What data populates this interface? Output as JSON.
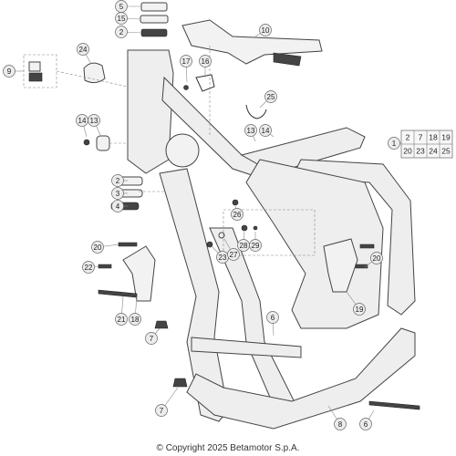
{
  "callouts": [
    {
      "label": "5"
    },
    {
      "label": "15"
    },
    {
      "label": "2"
    },
    {
      "label": "10"
    },
    {
      "label": "24"
    },
    {
      "label": "9"
    },
    {
      "label": "17"
    },
    {
      "label": "16"
    },
    {
      "label": "25"
    },
    {
      "label": "14"
    },
    {
      "label": "13"
    },
    {
      "label": "13"
    },
    {
      "label": "14"
    },
    {
      "label": "1"
    },
    {
      "label": "2"
    },
    {
      "label": "3"
    },
    {
      "label": "4"
    },
    {
      "label": "26"
    },
    {
      "label": "23"
    },
    {
      "label": "27"
    },
    {
      "label": "28"
    },
    {
      "label": "29"
    },
    {
      "label": "20"
    },
    {
      "label": "20"
    },
    {
      "label": "22"
    },
    {
      "label": "21"
    },
    {
      "label": "18"
    },
    {
      "label": "19"
    },
    {
      "label": "6"
    },
    {
      "label": "7"
    },
    {
      "label": "7"
    },
    {
      "label": "8"
    },
    {
      "label": "6"
    }
  ],
  "grid": [
    [
      "2",
      "7",
      "18",
      "19"
    ],
    [
      "20",
      "23",
      "24",
      "25"
    ]
  ],
  "copyright": "© Copyright 2025 Betamotor S.p.A."
}
